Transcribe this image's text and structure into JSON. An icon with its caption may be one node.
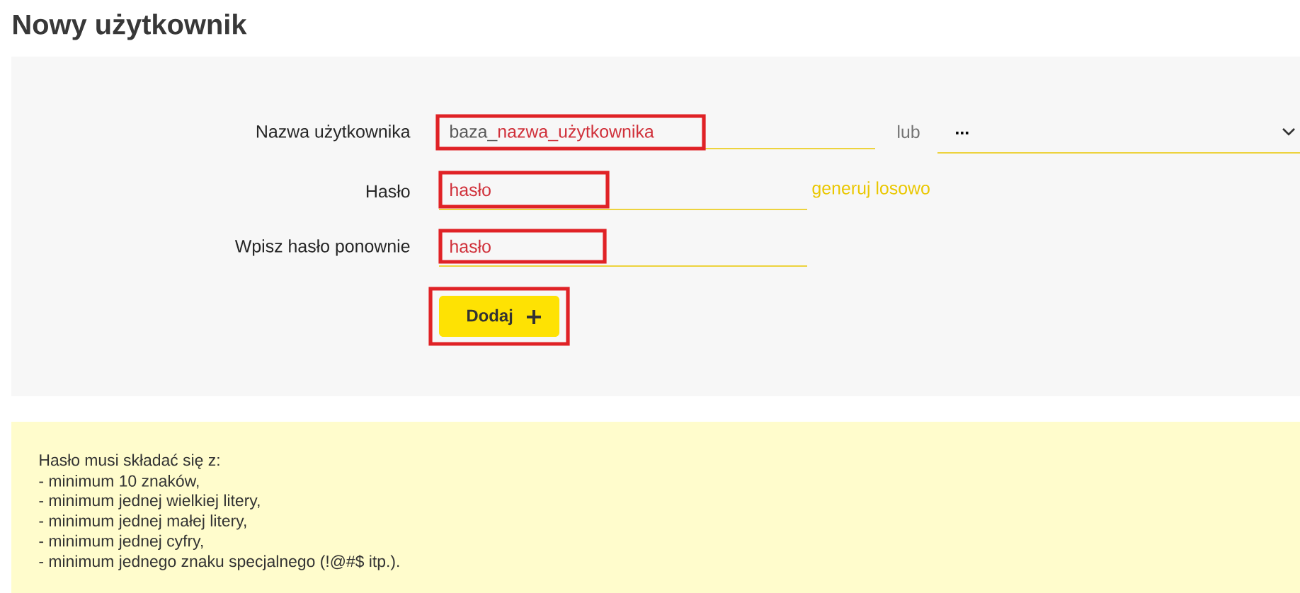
{
  "diagram": {
    "title": "Nowy użytkownik",
    "labels": [
      "Nazwa użytkownika",
      "baza_",
      "nazwa_użytkownika",
      "lub",
      "...",
      "Hasło",
      "hasło",
      "generuj losowo",
      "Wpisz hasło ponownie",
      "hasło",
      "Dodaj",
      "Hasło musi składać się z:",
      "- minimum 10 znaków,",
      "- minimum jednej wielkiej litery,",
      "- minimum jednej małej litery,",
      "- minimum jednej cyfry,",
      "- minimum jednego znaku specjalnego (!@#$ itp.)."
    ]
  }
}
